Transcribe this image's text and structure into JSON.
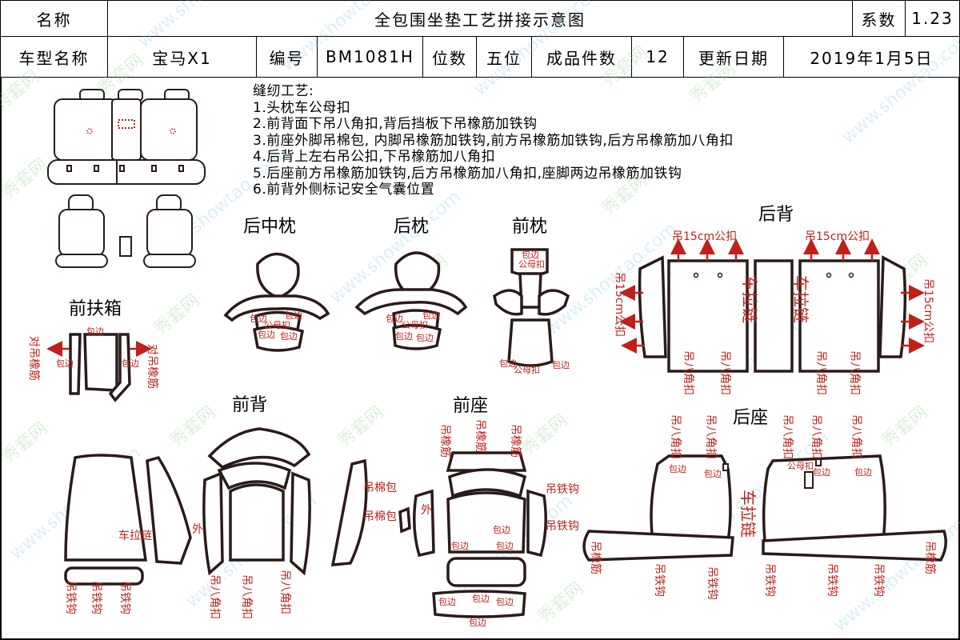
{
  "header": {
    "name_label": "名称",
    "title": "全包围坐垫工艺拼接示意图",
    "coef_label": "系数",
    "coef_value": "1.23",
    "model_label": "车型名称",
    "model_value": "宝马X1",
    "code_label": "编号",
    "code_value": "BM1081H",
    "seats_label": "位数",
    "seats_value": "五位",
    "pieces_label": "成品件数",
    "pieces_value": "12",
    "date_label": "更新日期",
    "date_value": "2019年1月5日"
  },
  "notes": {
    "heading": "缝纫工艺:",
    "items": [
      "1.头枕车公母扣",
      "2.前背面下吊八角扣,背后挡板下吊橡筋加铁钩",
      "3.前座外脚吊棉包, 内脚吊橡筋加铁钩,前方吊橡筋加铁钩,后方吊橡筋加八角扣",
      "4.后背上左右吊公扣,下吊橡筋加八角扣",
      "5.后座前方吊橡筋加铁钩,后方吊橡筋加八角扣,座脚两边吊橡筋加铁钩",
      "6.前背外侧标记安全气囊位置"
    ]
  },
  "sections": {
    "rear_center_headrest": "后中枕",
    "rear_headrest": "后枕",
    "front_headrest": "前枕",
    "rear_back": "后背",
    "front_armrest": "前扶箱",
    "front_back": "前背",
    "front_seat": "前座",
    "rear_seat": "后座"
  },
  "labels": {
    "bao_bian": "包边",
    "gong_mu_kou": "公母扣",
    "dui_diao_xiang_jin": "对吊橡筋",
    "diao_15cm_gong_kou": "吊15cm公扣",
    "che_la_lian": "车拉链",
    "diao_ba_jiao_kou": "吊八角扣",
    "diao_tie_gou": "吊铁钩",
    "diao_xiang_jin": "吊橡筋",
    "diao_mian_bao": "吊棉包",
    "wai": "外"
  },
  "watermark": {
    "site": "www.showtao.com",
    "brand": "秀套网"
  },
  "colors": {
    "annotation": "#c0201a",
    "outline": "#2a1b1b",
    "watermark_blue": "#7fc9e6",
    "watermark_green": "#9fd39a"
  }
}
